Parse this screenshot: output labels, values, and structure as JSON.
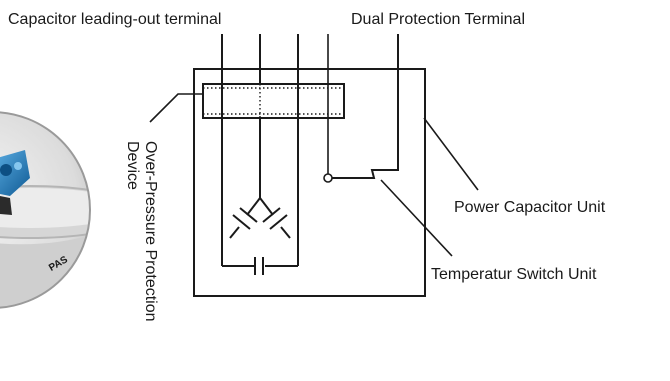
{
  "labels": {
    "capacitor_terminal": "Capacitor leading-out terminal",
    "dual_protection_terminal": "Dual Protection Terminal",
    "over_pressure_line1": "Over-Pressure Protection",
    "over_pressure_line2": "Device",
    "power_capacitor_unit": "Power Capacitor Unit",
    "temperature_switch_unit": "Temperatur Switch Unit"
  },
  "photo": {
    "label_fragment": "PAS",
    "colors": {
      "rim": "#9a9a9a",
      "housing": "#e6e6e6",
      "terminal_blue": "#1e78b8"
    }
  },
  "colors": {
    "line": "#1a1a1a",
    "background": "#ffffff"
  }
}
